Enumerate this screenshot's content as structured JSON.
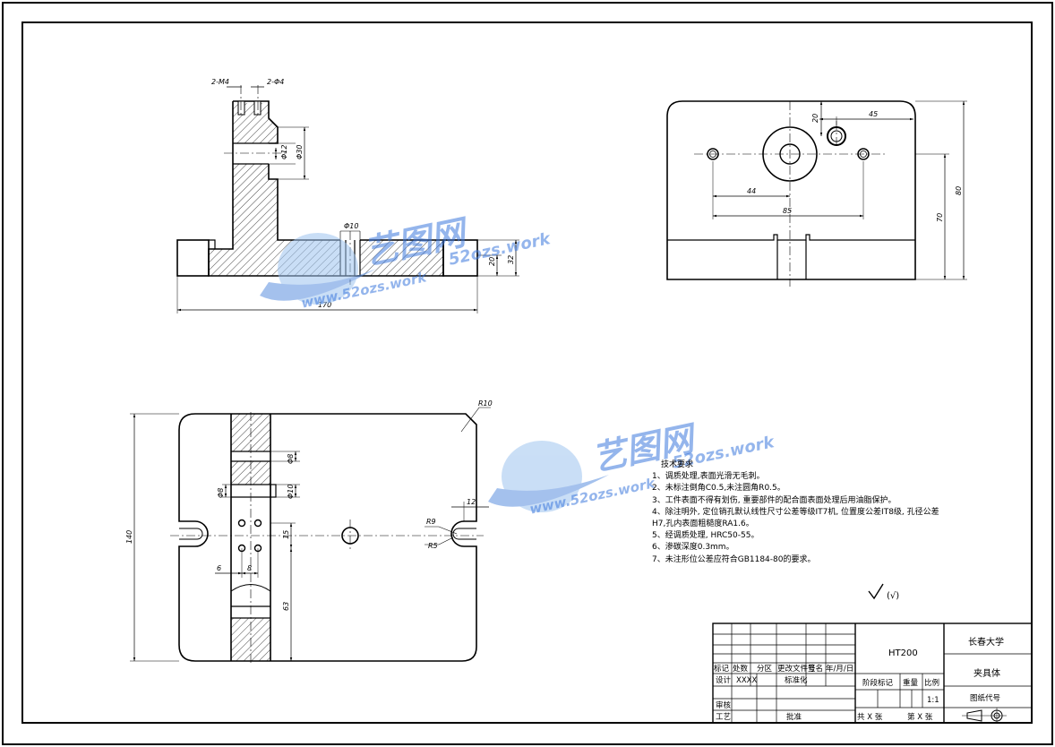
{
  "dimensions": {
    "2M4": "2-M4",
    "2Phi4": "2-Φ4",
    "phi12": "Φ12",
    "phi30": "Φ30",
    "phi10": "Φ10",
    "d20": "20",
    "d32": "32",
    "d170": "170",
    "d45": "45",
    "d20b": "20",
    "d44": "44",
    "d85": "85",
    "d70": "70",
    "d80": "80",
    "R10": "R10",
    "R9": "R9",
    "R5": "R5",
    "d12": "12",
    "d140": "140",
    "d6": "6",
    "d8": "8",
    "d15": "15",
    "d63": "63",
    "phi8": "Φ8",
    "phi10b": "Φ10",
    "phi8b": "Φ8"
  },
  "notes": {
    "title": "技术要求",
    "items": [
      "1、调质处理,表面光滑无毛刺。",
      "2、未标注倒角C0.5,未注圆角R0.5。",
      "3、工件表面不得有划伤, 重要部件的配合面表面处理后用油脂保护。",
      "4、除注明外, 定位销孔默认线性尺寸公差等级IT7机, 位置度公差IT8级, 孔径公差",
      "H7,孔内表面粗糙度RA1.6。",
      "5、经调质处理, HRC50-55。",
      "6、渗碳深度0.3mm。",
      "7、未注形位公差应符合GB1184-80的要求。"
    ]
  },
  "roughness": "(√)",
  "title_block": {
    "material": "HT200",
    "school": "长春大学",
    "part_name": "夹具体",
    "drawing_no_label": "图纸代号",
    "row_labels": [
      "标记",
      "处数",
      "分区",
      "更改文件号",
      "签名",
      "年/月/日"
    ],
    "design": "设计",
    "designer": "XXXX",
    "standard": "标准化",
    "review": "审核",
    "process": "工艺",
    "approve": "批准",
    "stage": "阶段标记",
    "weight": "重量",
    "scale_label": "比例",
    "scale": "1:1",
    "sheets_total": "共 X 张",
    "sheet_no": "第 X 张"
  },
  "watermark": {
    "brand": "艺图网",
    "url_top": "52ozs.work",
    "url_bottom": "www.52ozs.work"
  }
}
